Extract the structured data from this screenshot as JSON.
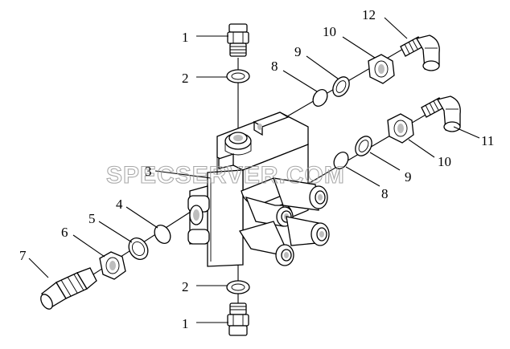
{
  "watermark": "SPECSERVER.COM",
  "callouts": {
    "c1_top": "1",
    "c2_top": "2",
    "c3": "3",
    "c4": "4",
    "c5": "5",
    "c6": "6",
    "c7": "7",
    "c8_upper": "8",
    "c9_upper": "9",
    "c10_upper": "10",
    "c12": "12",
    "c11": "11",
    "c10_lower": "10",
    "c9_lower": "9",
    "c8_lower": "8",
    "c2_bottom": "2",
    "c1_bottom": "1"
  }
}
